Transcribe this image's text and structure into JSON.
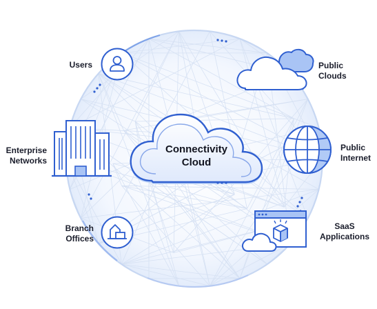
{
  "center": {
    "line1": "Connectivity",
    "line2": "Cloud"
  },
  "nodes": {
    "users": {
      "label": "Users",
      "icon": "user-icon"
    },
    "public_clouds": {
      "line1": "Public",
      "line2": "Clouds",
      "icon": "clouds-icon"
    },
    "enterprise_networks": {
      "line1": "Enterprise",
      "line2": "Networks",
      "icon": "office-building-icon"
    },
    "public_internet": {
      "line1": "Public",
      "line2": "Internet",
      "icon": "globe-icon"
    },
    "branch_offices": {
      "line1": "Branch",
      "line2": "Offices",
      "icon": "branch-office-icon"
    },
    "saas_applications": {
      "line1": "SaaS",
      "line2": "Applications",
      "icon": "app-window-box-icon"
    }
  },
  "colors": {
    "primary_blue": "#2f5fd0",
    "light_blue": "#a9c4f5",
    "pale_blue": "#e8f0fd",
    "mesh": "#d3dff2",
    "text": "#1a1d2b"
  }
}
